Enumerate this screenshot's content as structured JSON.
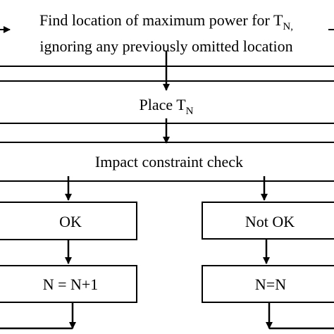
{
  "colors": {
    "stroke": "#000000",
    "background": "#ffffff",
    "text": "#000000"
  },
  "steps": {
    "find_location": {
      "line1_prefix": "Find location of maximum power for T",
      "line1_subscript": "N,",
      "line2": "ignoring any previously omitted location"
    },
    "place": {
      "prefix": "Place T",
      "subscript": "N"
    },
    "impact_check": {
      "label": "Impact constraint check"
    },
    "ok": {
      "label": "OK"
    },
    "not_ok": {
      "label": "Not OK"
    },
    "increment": {
      "label": "N = N+1"
    },
    "keep": {
      "label": "N=N"
    }
  }
}
